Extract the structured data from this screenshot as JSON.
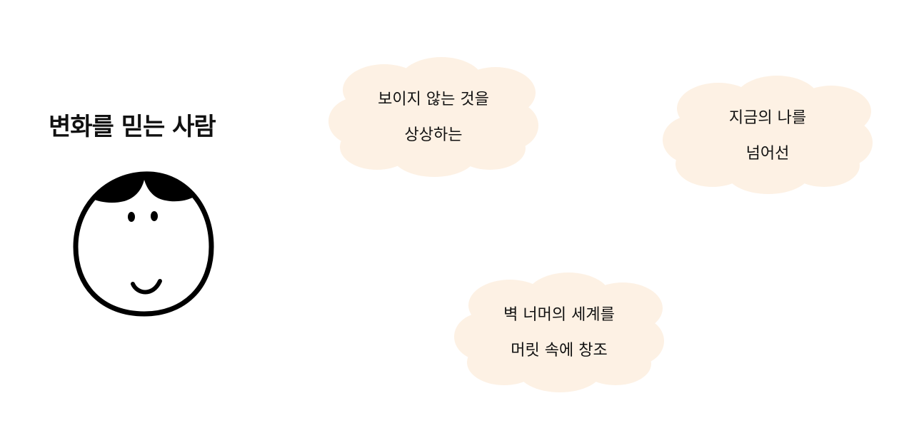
{
  "title": "변화를 믿는 사람",
  "colors": {
    "cloud_fill": "#fdf1e4",
    "text": "#111111",
    "face_stroke": "#000000"
  },
  "clouds": [
    {
      "line1": "보이지 않는 것을",
      "line2": "상상하는"
    },
    {
      "line1": "지금의 나를",
      "line2": "넘어선"
    },
    {
      "line1": "벽 너머의 세계를",
      "line2": "머릿 속에 창조"
    }
  ]
}
